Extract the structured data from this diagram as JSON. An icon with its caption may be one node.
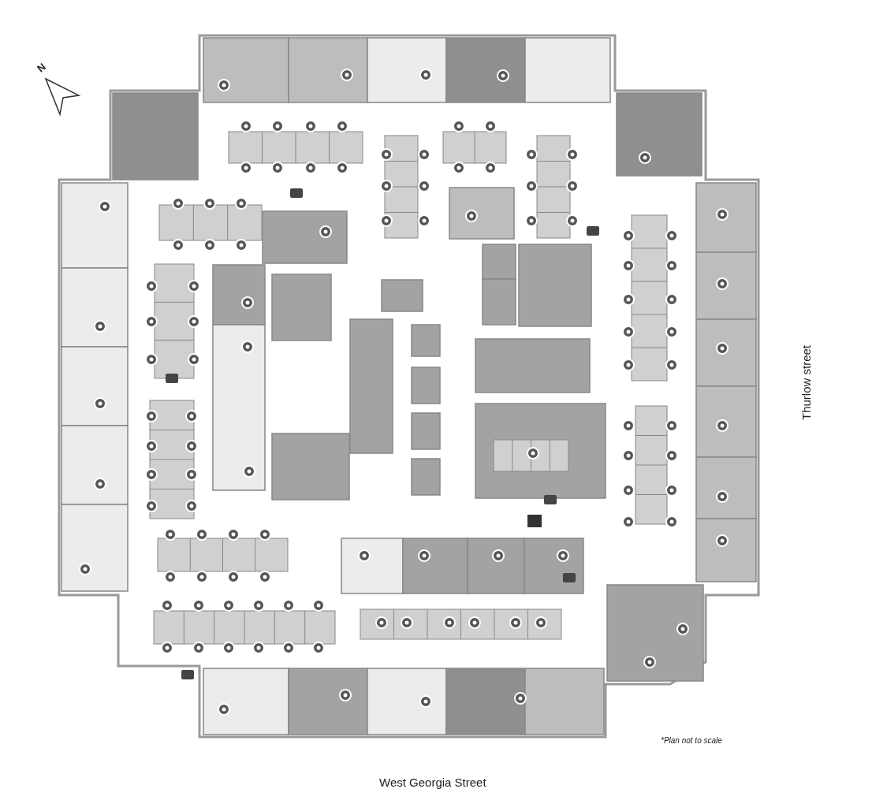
{
  "diagram": {
    "labels": [
      "N",
      "Thurlow street",
      "*Plan not to scale",
      "West Georgia Street"
    ]
  }
}
